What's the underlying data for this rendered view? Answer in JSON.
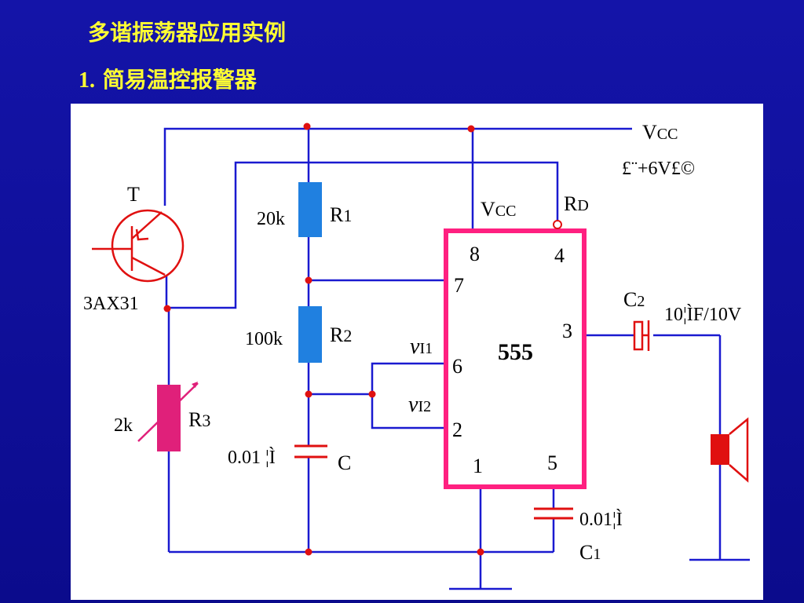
{
  "slide": {
    "title": "多谐振荡器应用实例",
    "subtitle_num": "1.",
    "subtitle_text": "简易温控报警器"
  },
  "colors": {
    "background": "#1010a0",
    "title": "#ffff33",
    "wire": "#1a1ad0",
    "chip": "#ff2080",
    "resistor": "#2080e0",
    "thermistor": "#e0207a",
    "capacitor": "#e01010",
    "node": "#e01010"
  },
  "diagram": {
    "vcc_top": "V",
    "vcc_top_sub": "CC",
    "vcc_value": "£¨+6V£©",
    "transistor_label": "T",
    "transistor_model": "3AX31",
    "r1_value": "20k",
    "r1_name": "R",
    "r1_sub": "1",
    "r2_value": "100k",
    "r2_name": "R",
    "r2_sub": "2",
    "r3_value": "2k",
    "r3_name": "R",
    "r3_sub": "3",
    "c_value": "0.01 ¦Ì",
    "c_name": "C",
    "chip_name": "555",
    "chip_vcc": "V",
    "chip_vcc_sub": "CC",
    "chip_rd": "R",
    "chip_rd_sub": "D",
    "pin8": "8",
    "pin4": "4",
    "pin7": "7",
    "pin3": "3",
    "pin6": "6",
    "pin2": "2",
    "pin1": "1",
    "pin5": "5",
    "vi1": "v",
    "vi1_sub": "I1",
    "vi2": "v",
    "vi2_sub": "I2",
    "c2_name": "C",
    "c2_sub": "2",
    "c2_value": "10¦ÌF/10V",
    "c1_value": "0.01¦Ì",
    "c1_name": "C",
    "c1_sub": "1",
    "speaker_icon": "speaker-icon"
  }
}
